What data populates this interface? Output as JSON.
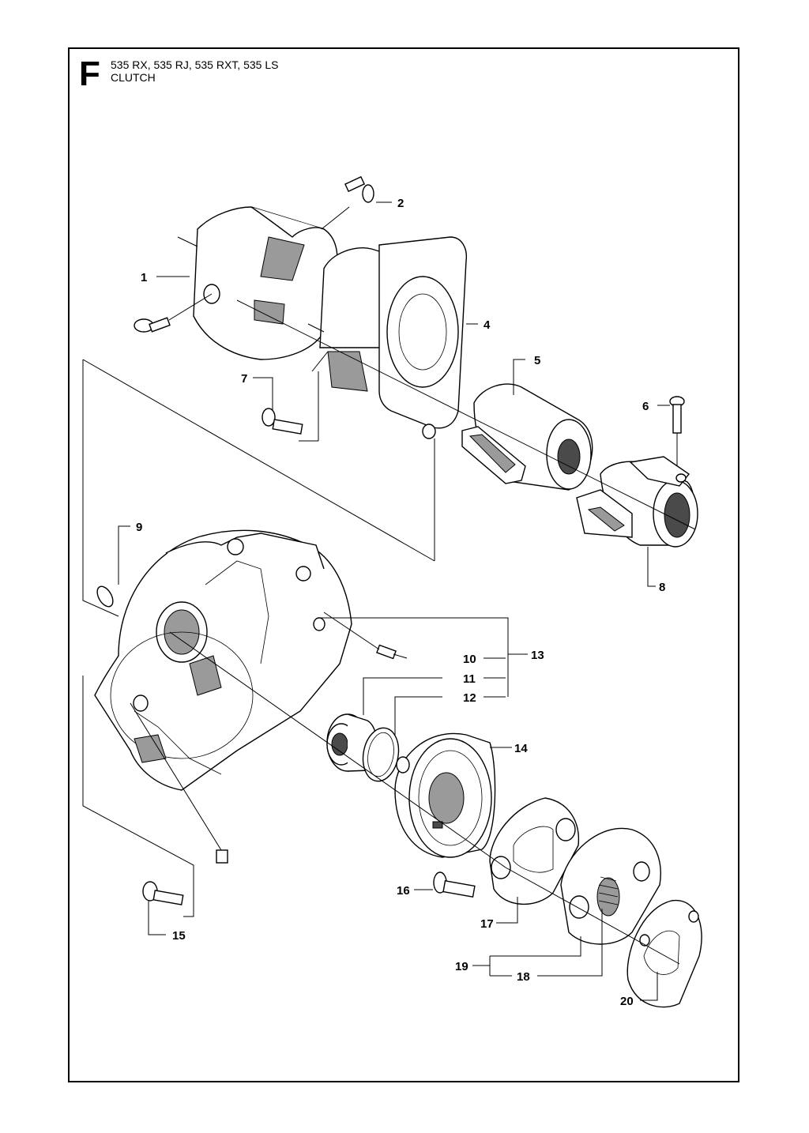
{
  "header": {
    "section_letter": "F",
    "models": "535 RX, 535 RJ, 535 RXT, 535 LS",
    "title": "CLUTCH"
  },
  "callouts": [
    "1",
    "2",
    "4",
    "5",
    "6",
    "7",
    "8",
    "9",
    "10",
    "11",
    "12",
    "13",
    "14",
    "15",
    "16",
    "17",
    "18",
    "19",
    "20"
  ]
}
